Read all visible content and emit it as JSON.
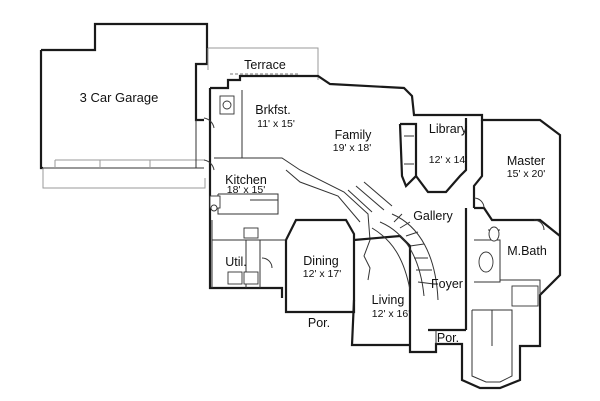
{
  "rooms": [
    {
      "id": "garage",
      "name": "3 Car Garage",
      "dims": ""
    },
    {
      "id": "terrace",
      "name": "Terrace",
      "dims": ""
    },
    {
      "id": "brkfst",
      "name": "Brkfst.",
      "dims": "11' x 15'"
    },
    {
      "id": "family",
      "name": "Family",
      "dims": "19' x 18'"
    },
    {
      "id": "library",
      "name": "Library",
      "dims": "12' x 14'"
    },
    {
      "id": "master",
      "name": "Master",
      "dims": "15' x 20'"
    },
    {
      "id": "kitchen",
      "name": "Kitchen",
      "dims": "18' x 15'"
    },
    {
      "id": "gallery",
      "name": "Gallery",
      "dims": ""
    },
    {
      "id": "mbath",
      "name": "M.Bath",
      "dims": ""
    },
    {
      "id": "dining",
      "name": "Dining",
      "dims": "12' x 17'"
    },
    {
      "id": "util",
      "name": "Util.",
      "dims": ""
    },
    {
      "id": "foyer",
      "name": "Foyer",
      "dims": ""
    },
    {
      "id": "living",
      "name": "Living",
      "dims": "12' x 16'"
    },
    {
      "id": "por-left",
      "name": "Por.",
      "dims": ""
    },
    {
      "id": "por-right",
      "name": "Por.",
      "dims": ""
    }
  ]
}
